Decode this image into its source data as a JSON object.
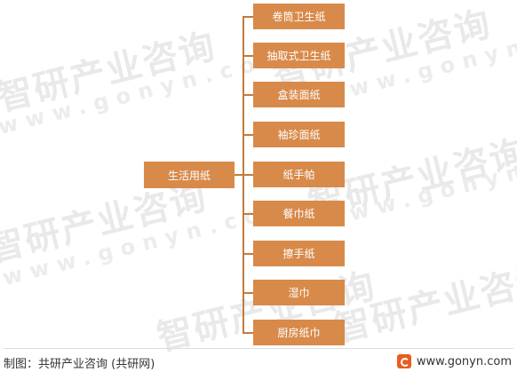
{
  "diagram": {
    "root": {
      "label": "生活用纸"
    },
    "children": [
      {
        "label": "卷筒卫生纸"
      },
      {
        "label": "抽取式卫生纸"
      },
      {
        "label": "盒装面纸"
      },
      {
        "label": "袖珍面纸"
      },
      {
        "label": "纸手帕"
      },
      {
        "label": "餐巾纸"
      },
      {
        "label": "擦手纸"
      },
      {
        "label": "湿巾"
      },
      {
        "label": "厨房纸巾"
      }
    ]
  },
  "watermark": {
    "cn": "智研产业咨询",
    "en": "www.gonyn.com"
  },
  "footer": {
    "source": "制图：共研产业咨询 (共研网)",
    "url": "www.gonyn.com",
    "logo_icon": "gonyn-logo-icon"
  },
  "colors": {
    "box": "#d88a4a",
    "line": "#c47a3e",
    "text": "#ffffff"
  }
}
